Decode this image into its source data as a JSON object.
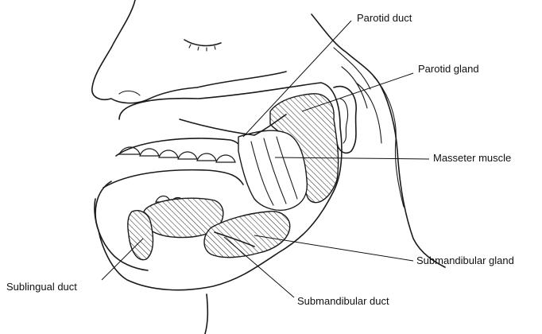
{
  "labels": {
    "parotid_duct": "Parotid duct",
    "parotid_gland": "Parotid gland",
    "masseter_muscle": "Masseter muscle",
    "submandibular_gland": "Submandibular gland",
    "sublingual_duct": "Sublingual duct",
    "submandibular_duct": "Submandibular duct"
  },
  "colors": {
    "ink": "#111111",
    "background": "#ffffff"
  }
}
